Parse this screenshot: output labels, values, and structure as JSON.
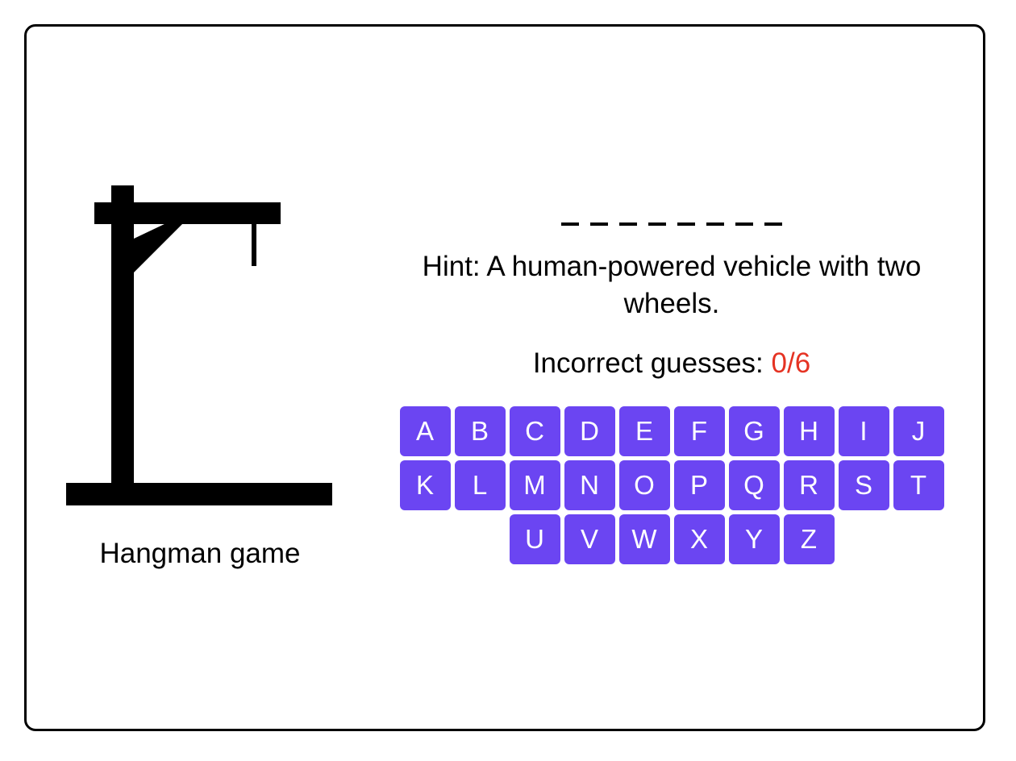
{
  "game": {
    "title": "Hangman game",
    "word_length": 8,
    "hint": "Hint: A human-powered vehicle with two wheels.",
    "guesses_label": "Incorrect guesses: ",
    "guesses_count": "0/6"
  },
  "keyboard": {
    "letters": [
      "A",
      "B",
      "C",
      "D",
      "E",
      "F",
      "G",
      "H",
      "I",
      "J",
      "K",
      "L",
      "M",
      "N",
      "O",
      "P",
      "Q",
      "R",
      "S",
      "T",
      "U",
      "V",
      "W",
      "X",
      "Y",
      "Z"
    ]
  },
  "colors": {
    "key_background": "#6b45f2",
    "key_text": "#ffffff",
    "incorrect_count": "#e53323"
  }
}
